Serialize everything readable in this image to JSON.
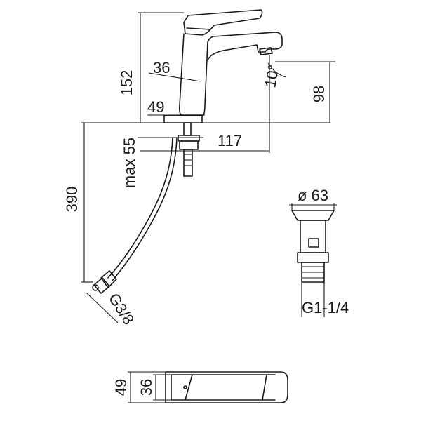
{
  "drawing": {
    "dimensions": {
      "total_height": "152",
      "spout_height": "98",
      "handle_dim": "36",
      "base_diameter": "49",
      "angle": "10°",
      "max_thickness": "max 55",
      "spout_reach": "117",
      "hose_length": "390",
      "hose_connection": "G3/8",
      "waste_diameter": "ø 63",
      "waste_thread": "G1-1/4",
      "top_width_outer": "49",
      "top_width_inner": "36"
    }
  }
}
